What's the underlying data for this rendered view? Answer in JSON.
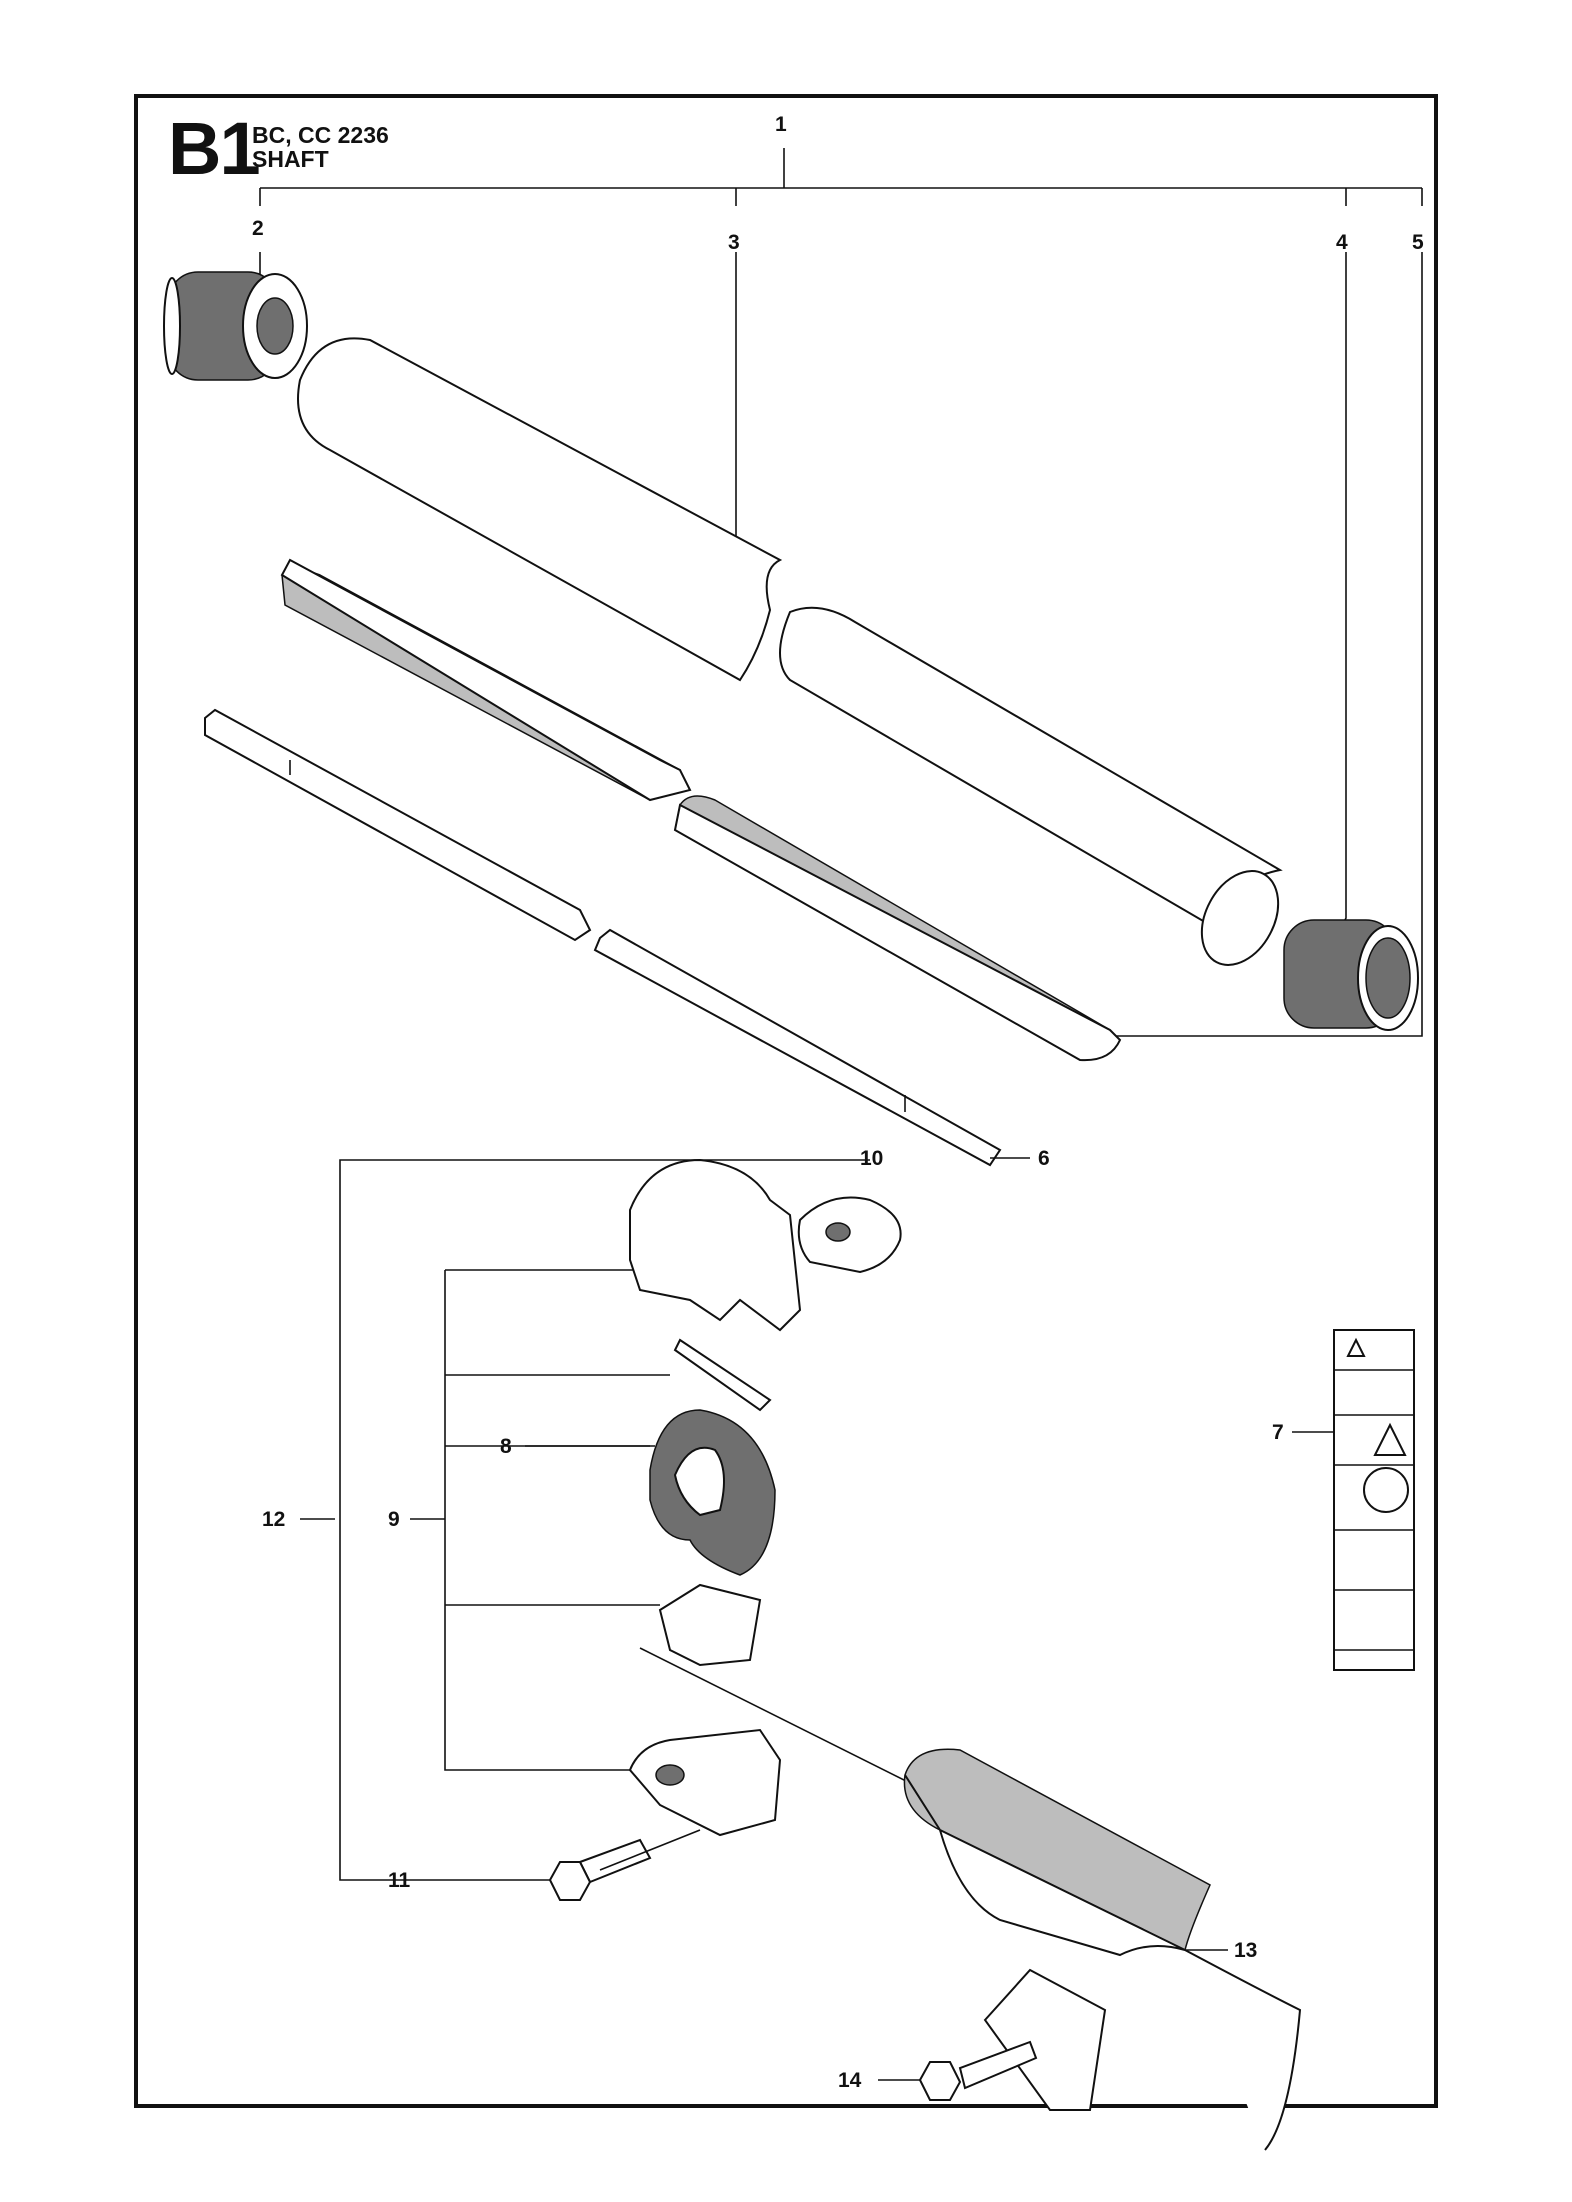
{
  "header": {
    "code": "B1",
    "model": "BC, CC 2236",
    "subtitle": "SHAFT"
  },
  "callouts": [
    "1",
    "2",
    "3",
    "4",
    "5",
    "6",
    "7",
    "8",
    "9",
    "10",
    "11",
    "12",
    "13",
    "14"
  ]
}
